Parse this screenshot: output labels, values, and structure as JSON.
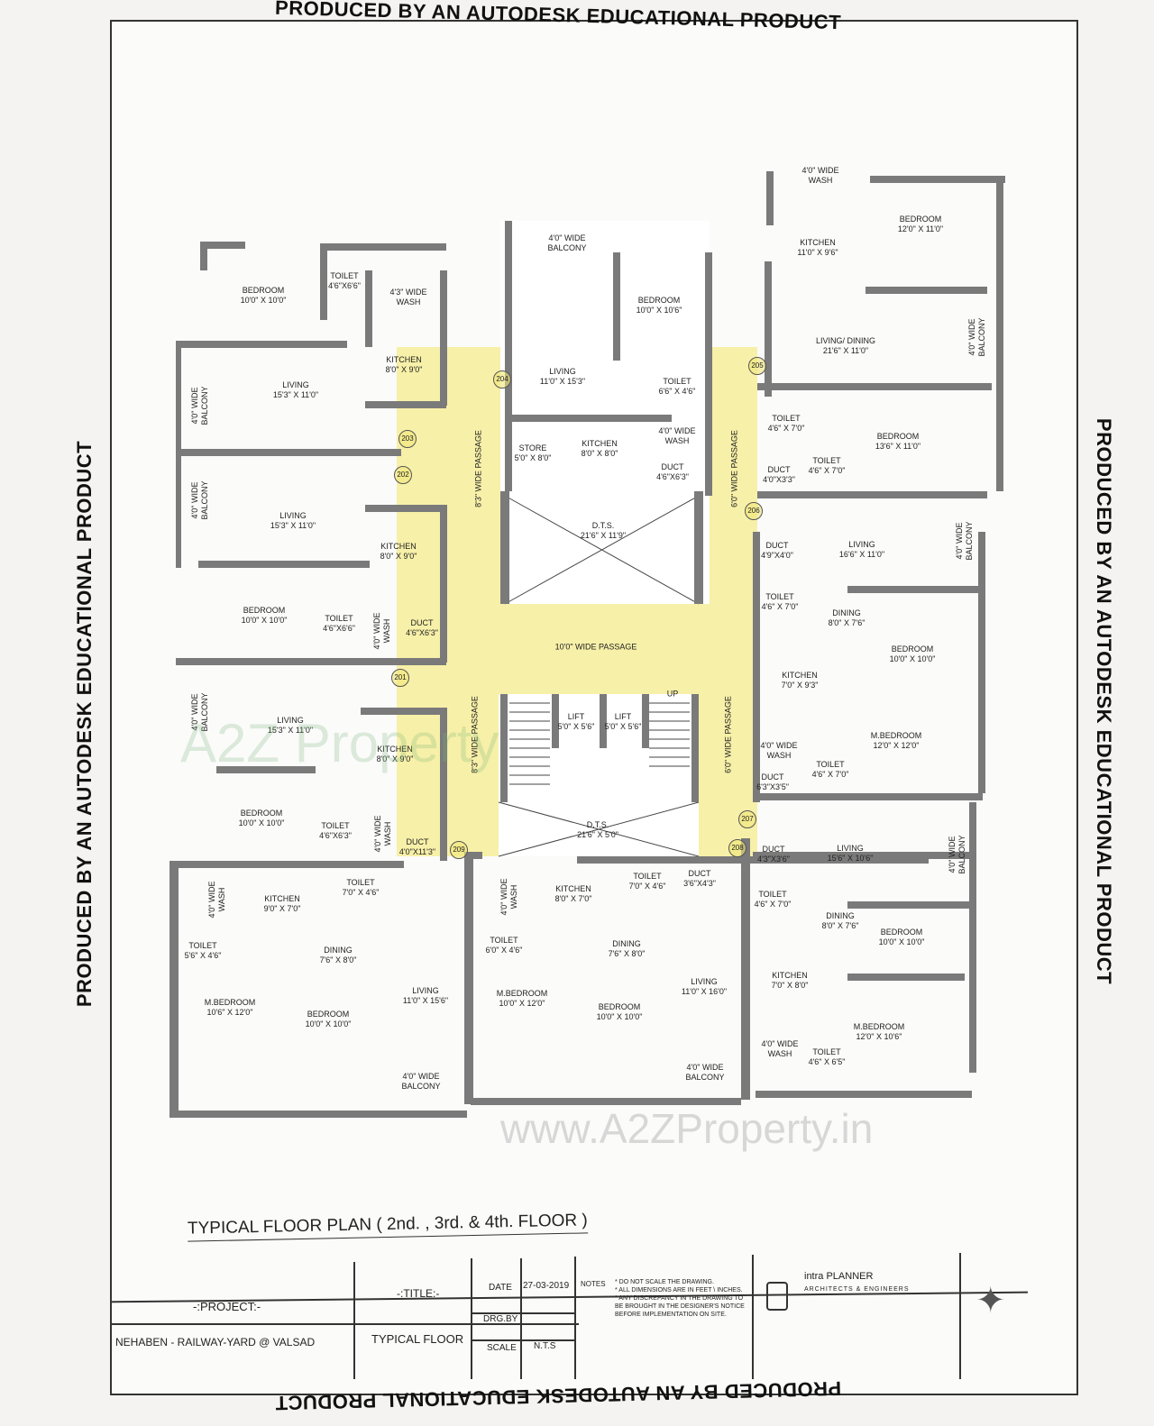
{
  "edge_text": "PRODUCED BY AN AUTODESK EDUCATIONAL PRODUCT",
  "watermarks": {
    "logo": "A2Z Property",
    "url": "www.A2ZProperty.in"
  },
  "colors": {
    "passage": "#f7f0a8",
    "wall": "#7a7a7a",
    "paper": "#fbfbfa"
  },
  "rooms": [
    {
      "name": "BEDROOM",
      "size": "10'0\" X 10'0\""
    },
    {
      "name": "TOILET",
      "size": "4'6\"X6'6\""
    },
    {
      "name": "4'3\" WIDE",
      "size": "WASH"
    },
    {
      "name": "KITCHEN",
      "size": "8'0\" X 9'0\""
    },
    {
      "name": "LIVING",
      "size": "15'3\" X 11'0\""
    },
    {
      "name": "4'0\" WIDE",
      "size": "BALCONY"
    },
    {
      "name": "LIVING",
      "size": "15'3\" X 11'0\""
    },
    {
      "name": "4'0\" WIDE",
      "size": "BALCONY"
    },
    {
      "name": "KITCHEN",
      "size": "8'0\" X 9'0\""
    },
    {
      "name": "BEDROOM",
      "size": "10'0\" X 10'0\""
    },
    {
      "name": "TOILET",
      "size": "4'6\"X6'6\""
    },
    {
      "name": "4'0\" WIDE",
      "size": "WASH"
    },
    {
      "name": "DUCT",
      "size": "4'6\"X6'3\""
    },
    {
      "name": "4'0\" WIDE",
      "size": "BALCONY"
    },
    {
      "name": "LIVING",
      "size": "15'3\" X 11'0\""
    },
    {
      "name": "KITCHEN",
      "size": "8'0\" X 9'0\""
    },
    {
      "name": "BEDROOM",
      "size": "10'0\" X 10'0\""
    },
    {
      "name": "TOILET",
      "size": "4'6\"X6'3\""
    },
    {
      "name": "4'0\" WIDE",
      "size": "WASH"
    },
    {
      "name": "DUCT",
      "size": "4'0\"X11'3\""
    },
    {
      "name": "4'0\" WIDE",
      "size": "WASH"
    },
    {
      "name": "KITCHEN",
      "size": "9'0\" X 7'0\""
    },
    {
      "name": "TOILET",
      "size": "7'0\" X 4'6\""
    },
    {
      "name": "TOILET",
      "size": "5'6\" X 4'6\""
    },
    {
      "name": "DINING",
      "size": "7'6\" X 8'0\""
    },
    {
      "name": "M.BEDROOM",
      "size": "10'6\" X 12'0\""
    },
    {
      "name": "BEDROOM",
      "size": "10'0\" X 10'0\""
    },
    {
      "name": "LIVING",
      "size": "11'0\" X 15'6\""
    },
    {
      "name": "4'0\" WIDE",
      "size": "BALCONY"
    },
    {
      "name": "4'0\" WIDE",
      "size": "BALCONY"
    },
    {
      "name": "BEDROOM",
      "size": "10'0\" X 10'6\""
    },
    {
      "name": "LIVING",
      "size": "11'0\" X 15'3\""
    },
    {
      "name": "TOILET",
      "size": "6'6\" X 4'6\""
    },
    {
      "name": "4'0\" WIDE",
      "size": "WASH"
    },
    {
      "name": "STORE",
      "size": "5'0\" X 8'0\""
    },
    {
      "name": "KITCHEN",
      "size": "8'0\" X 8'0\""
    },
    {
      "name": "DUCT",
      "size": "4'6\"X6'3\""
    },
    {
      "name": "D.T.S.",
      "size": "21'6\" X 11'9\""
    },
    {
      "name": "10'0\" WIDE PASSAGE",
      "size": ""
    },
    {
      "name": "LIFT",
      "size": "5'0\" X 5'6\""
    },
    {
      "name": "LIFT",
      "size": "5'0\" X 5'6\""
    },
    {
      "name": "UP",
      "size": ""
    },
    {
      "name": "D.T.S.",
      "size": "21'6\" X 5'0\""
    },
    {
      "name": "8'3\" WIDE PASSAGE",
      "size": ""
    },
    {
      "name": "6'0\" WIDE PASSAGE",
      "size": ""
    },
    {
      "name": "8'3\" WIDE PASSAGE",
      "size": ""
    },
    {
      "name": "6'0\" WIDE PASSAGE",
      "size": ""
    },
    {
      "name": "4'0\" WIDE",
      "size": "WASH"
    },
    {
      "name": "KITCHEN",
      "size": "8'0\" X 7'0\""
    },
    {
      "name": "TOILET",
      "size": "7'0\" X 4'6\""
    },
    {
      "name": "DUCT",
      "size": "3'6\"X4'3\""
    },
    {
      "name": "TOILET",
      "size": "6'0\" X 4'6\""
    },
    {
      "name": "DINING",
      "size": "7'6\" X 8'0\""
    },
    {
      "name": "M.BEDROOM",
      "size": "10'0\" X 12'0\""
    },
    {
      "name": "BEDROOM",
      "size": "10'0\" X 10'0\""
    },
    {
      "name": "LIVING",
      "size": "11'0\" X 16'0\""
    },
    {
      "name": "4'0\" WIDE",
      "size": "BALCONY"
    },
    {
      "name": "4'0\" WIDE",
      "size": "WASH"
    },
    {
      "name": "BEDROOM",
      "size": "12'0\" X 11'0\""
    },
    {
      "name": "KITCHEN",
      "size": "11'0\" X 9'6\""
    },
    {
      "name": "LIVING/ DINING",
      "size": "21'6\" X 11'0\""
    },
    {
      "name": "4'0\" WIDE",
      "size": "BALCONY"
    },
    {
      "name": "TOILET",
      "size": "4'6\" X 7'0\""
    },
    {
      "name": "BEDROOM",
      "size": "13'6\" X 11'0\""
    },
    {
      "name": "TOILET",
      "size": "4'6\" X 7'0\""
    },
    {
      "name": "DUCT",
      "size": "4'0\"X3'3\""
    },
    {
      "name": "DUCT",
      "size": "4'9\"X4'0\""
    },
    {
      "name": "LIVING",
      "size": "16'6\" X 11'0\""
    },
    {
      "name": "4'0\" WIDE",
      "size": "BALCONY"
    },
    {
      "name": "TOILET",
      "size": "4'6\" X 7'0\""
    },
    {
      "name": "DINING",
      "size": "8'0\" X 7'6\""
    },
    {
      "name": "BEDROOM",
      "size": "10'0\" X 10'0\""
    },
    {
      "name": "KITCHEN",
      "size": "7'0\" X 9'3\""
    },
    {
      "name": "M.BEDROOM",
      "size": "12'0\" X 12'0\""
    },
    {
      "name": "4'0\" WIDE",
      "size": "WASH"
    },
    {
      "name": "TOILET",
      "size": "4'6\" X 7'0\""
    },
    {
      "name": "DUCT",
      "size": "6'3\"X3'5\""
    },
    {
      "name": "DUCT",
      "size": "4'3\"X3'6\""
    },
    {
      "name": "LIVING",
      "size": "15'6\" X 10'6\""
    },
    {
      "name": "4'0\" WIDE",
      "size": "BALCONY"
    },
    {
      "name": "TOILET",
      "size": "4'6\" X 7'0\""
    },
    {
      "name": "DINING",
      "size": "8'0\" X 7'6\""
    },
    {
      "name": "BEDROOM",
      "size": "10'0\" X 10'0\""
    },
    {
      "name": "KITCHEN",
      "size": "7'0\" X 8'0\""
    },
    {
      "name": "M.BEDROOM",
      "size": "12'0\" X 10'6\""
    },
    {
      "name": "4'0\" WIDE",
      "size": "WASH"
    },
    {
      "name": "TOILET",
      "size": "4'6\" X 6'5\""
    }
  ],
  "units": [
    "201",
    "202",
    "203",
    "204",
    "205",
    "206",
    "207",
    "208",
    "209"
  ],
  "caption": "TYPICAL FLOOR PLAN ( 2nd. , 3rd. & 4th. FLOOR )",
  "title_block": {
    "project_label": "-:PROJECT:-",
    "project": "NEHABEN - RAILWAY-YARD @ VALSAD",
    "title_label": "-:TITLE:-",
    "title": "TYPICAL FLOOR",
    "date_label": "DATE",
    "date": "27-03-2019",
    "drg_label": "DRG.BY",
    "scale_label": "SCALE",
    "scale": "N.T.S",
    "notes_label": "NOTES",
    "notes": [
      "* DO NOT SCALE THE DRAWING.",
      "* ALL DIMENSIONS ARE IN FEET \\ INCHES.",
      "* ANY DISCREPANCY IN THE DRAWING TO BE BROUGHT IN THE DESIGNER'S NOTICE BEFORE IMPLEMENTATION ON SITE."
    ],
    "firm": "intra PLANNER",
    "firm_sub": "ARCHITECTS & ENGINEERS"
  }
}
